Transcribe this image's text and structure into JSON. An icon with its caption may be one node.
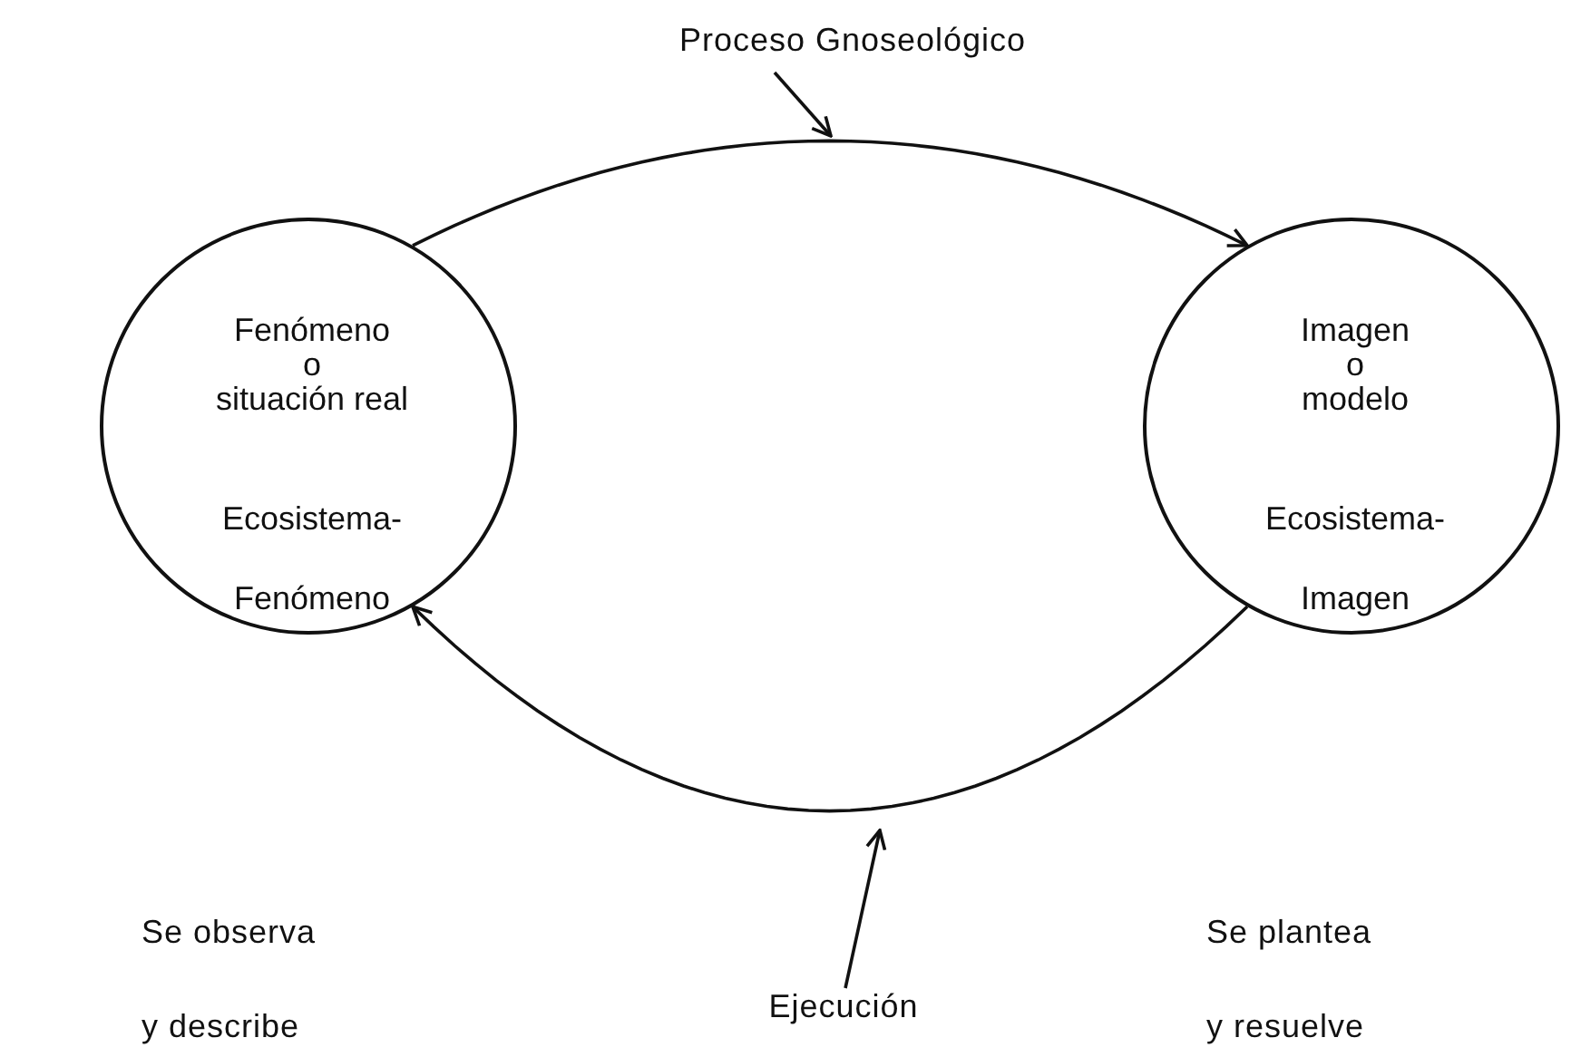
{
  "diagram": {
    "nodes": [
      {
        "text": [
          "Fenómeno",
          "o",
          "situación real",
          "Ecosistema- Fenómeno"
        ]
      },
      {
        "text": [
          "Imagen",
          "o",
          "modelo",
          "Ecosistema- Imagen"
        ]
      },
      {
        "text": [
          "Proceso Gnoseológico"
        ]
      },
      {
        "text": [
          "Ejecución"
        ]
      }
    ],
    "edges": [
      {
        "from": 0,
        "to": 1,
        "arrow": "to"
      },
      {
        "from": 1,
        "to": 0,
        "arrow": "to"
      },
      {
        "from": 2,
        "to": null,
        "arrow": "to"
      },
      {
        "from": 3,
        "to": null,
        "arrow": "to"
      }
    ],
    "labels": [
      "Se observa y describe",
      "Se plantea y resuelve"
    ]
  }
}
